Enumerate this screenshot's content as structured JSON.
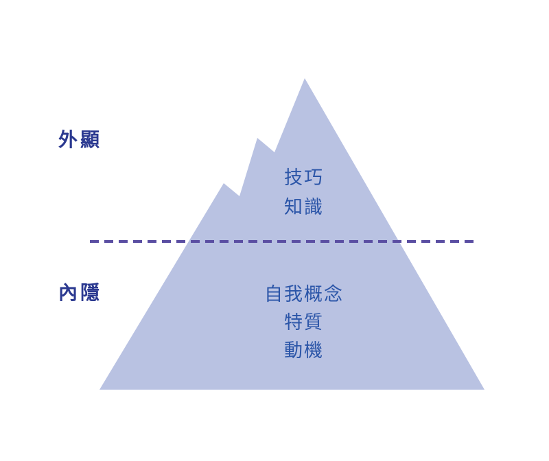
{
  "diagram": {
    "side_labels": {
      "explicit": "外顯",
      "implicit": "內隱"
    },
    "above_line_items": [
      "技巧",
      "知識"
    ],
    "below_line_items": [
      "自我概念",
      "特質",
      "動機"
    ],
    "colors": {
      "background": "#FFFFFF",
      "mountain_fill": "#B9C2E2",
      "divider_line": "#5A4EA2",
      "side_label_text": "#2B3990",
      "item_text": "#2B55A8"
    }
  }
}
